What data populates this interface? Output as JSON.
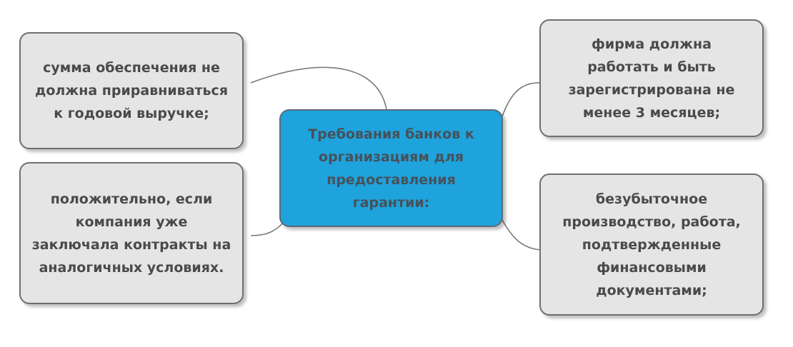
{
  "center": {
    "text": "Требования банков к организациям для предоставления гарантии:"
  },
  "branches": {
    "top_left": "сумма обеспечения не должна приравниваться к годовой выручке;",
    "bottom_left": "положительно, если компания уже заключала контракты на аналогичных условиях.",
    "top_right": "фирма должна работать и быть зарегистрирована не менее 3 месяцев;",
    "bottom_right": "безубыточное производство, работа, подтвержденные финансовыми документами;"
  }
}
